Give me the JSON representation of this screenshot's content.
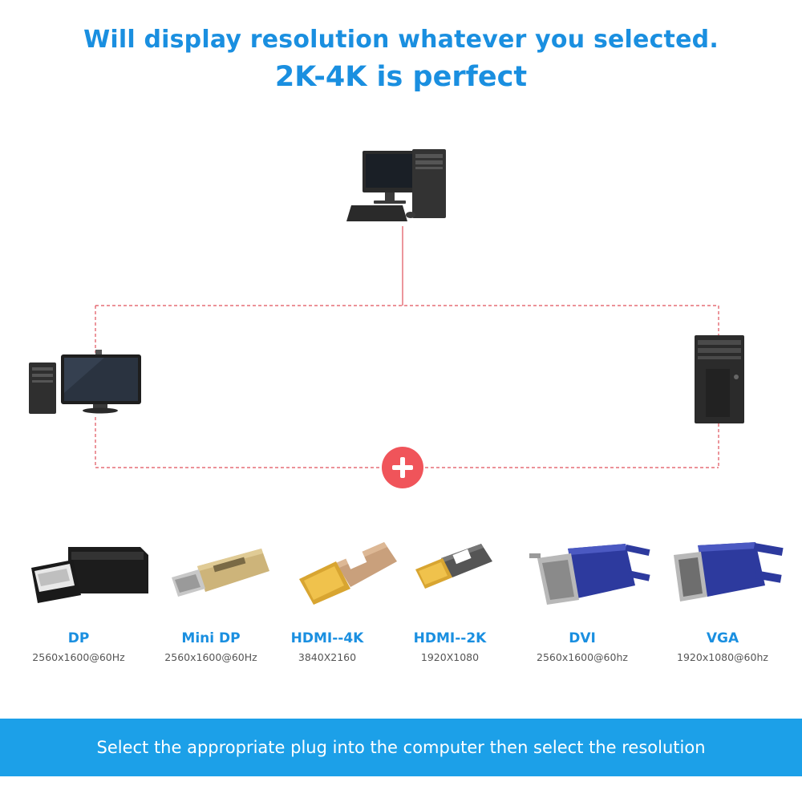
{
  "header": {
    "line1": "Will display resolution whatever you selected.",
    "line2": "2K-4K is perfect"
  },
  "diagram": {
    "plus_symbol": "+",
    "line_color": "#e0515a"
  },
  "adapters": [
    {
      "name": "DP",
      "resolution": "2560x1600@60Hz",
      "icon": "displayport-plug-icon"
    },
    {
      "name": "Mini DP",
      "resolution": "2560x1600@60Hz",
      "icon": "mini-displayport-plug-icon"
    },
    {
      "name": "HDMI--4K",
      "resolution": "3840X2160",
      "icon": "hdmi-4k-plug-icon"
    },
    {
      "name": "HDMI--2K",
      "resolution": "1920X1080",
      "icon": "hdmi-2k-plug-icon"
    },
    {
      "name": "DVI",
      "resolution": "2560x1600@60hz",
      "icon": "dvi-plug-icon"
    },
    {
      "name": "VGA",
      "resolution": "1920x1080@60hz",
      "icon": "vga-plug-icon"
    }
  ],
  "footer": {
    "text": "Select the appropriate plug into the computer then select the resolution"
  },
  "colors": {
    "accent_blue": "#1a8fe0",
    "banner_blue": "#1ca0e8",
    "plus_red": "#f0545a"
  }
}
